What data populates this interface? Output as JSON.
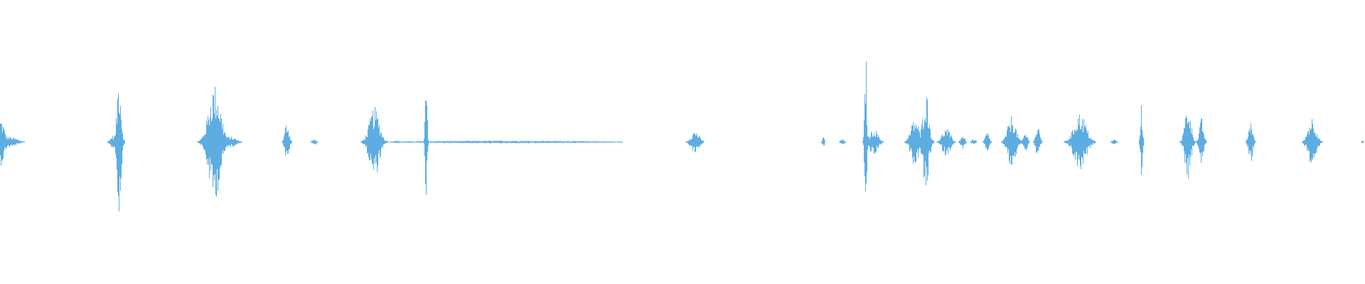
{
  "waveform": {
    "color": "#5dade2",
    "background": "#ffffff",
    "duration_fraction_bursts": [
      {
        "t": 0.0,
        "amp": 0.17,
        "spread": 0.004
      },
      {
        "t": 0.006,
        "amp": 0.04,
        "spread": 0.008
      },
      {
        "t": 0.083,
        "amp": 0.05,
        "spread": 0.003
      },
      {
        "t": 0.087,
        "amp": 0.51,
        "spread": 0.002
      },
      {
        "t": 0.157,
        "amp": 0.41,
        "spread": 0.006
      },
      {
        "t": 0.168,
        "amp": 0.04,
        "spread": 0.006
      },
      {
        "t": 0.21,
        "amp": 0.15,
        "spread": 0.002
      },
      {
        "t": 0.23,
        "amp": 0.02,
        "spread": 0.002
      },
      {
        "t": 0.274,
        "amp": 0.25,
        "spread": 0.005
      },
      {
        "t": 0.29,
        "amp": 0.01,
        "spread": 0.004
      },
      {
        "t": 0.312,
        "amp": 0.45,
        "spread": 0.001
      },
      {
        "t": 0.37,
        "amp": 0.01,
        "spread": 0.09
      },
      {
        "t": 0.509,
        "amp": 0.08,
        "spread": 0.004
      },
      {
        "t": 0.603,
        "amp": 0.04,
        "spread": 0.001
      },
      {
        "t": 0.617,
        "amp": 0.02,
        "spread": 0.002
      },
      {
        "t": 0.634,
        "amp": 0.67,
        "spread": 0.001
      },
      {
        "t": 0.64,
        "amp": 0.1,
        "spread": 0.004
      },
      {
        "t": 0.67,
        "amp": 0.17,
        "spread": 0.004
      },
      {
        "t": 0.678,
        "amp": 0.37,
        "spread": 0.003
      },
      {
        "t": 0.693,
        "amp": 0.1,
        "spread": 0.004
      },
      {
        "t": 0.705,
        "amp": 0.05,
        "spread": 0.002
      },
      {
        "t": 0.713,
        "amp": 0.02,
        "spread": 0.002
      },
      {
        "t": 0.723,
        "amp": 0.07,
        "spread": 0.002
      },
      {
        "t": 0.741,
        "amp": 0.19,
        "spread": 0.004
      },
      {
        "t": 0.751,
        "amp": 0.07,
        "spread": 0.002
      },
      {
        "t": 0.76,
        "amp": 0.11,
        "spread": 0.002
      },
      {
        "t": 0.791,
        "amp": 0.21,
        "spread": 0.006
      },
      {
        "t": 0.816,
        "amp": 0.02,
        "spread": 0.002
      },
      {
        "t": 0.836,
        "amp": 0.27,
        "spread": 0.001
      },
      {
        "t": 0.87,
        "amp": 0.27,
        "spread": 0.003
      },
      {
        "t": 0.88,
        "amp": 0.17,
        "spread": 0.002
      },
      {
        "t": 0.916,
        "amp": 0.16,
        "spread": 0.002
      },
      {
        "t": 0.961,
        "amp": 0.18,
        "spread": 0.004
      },
      {
        "t": 0.998,
        "amp": 0.01,
        "spread": 0.001
      }
    ]
  }
}
